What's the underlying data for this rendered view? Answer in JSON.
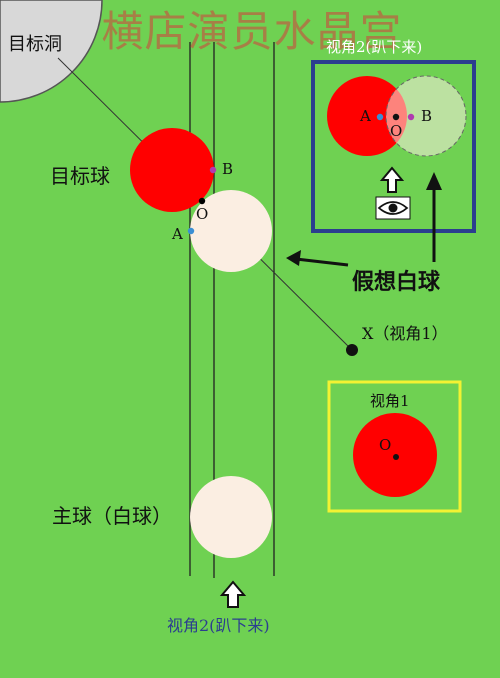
{
  "watermark": "横店演员水晶宫",
  "labels": {
    "target_hole": "目标洞",
    "target_ball": "目标球",
    "cue_ball": "主球（白球）",
    "ghost_ball": "假想白球",
    "x_view": "X（视角1）",
    "view1_title": "视角1",
    "view2_title": "视角2(趴下来)",
    "view2_bottom": "视角2(趴下来)"
  },
  "points": {
    "a": "A",
    "b": "B",
    "o": "O"
  },
  "icons": {
    "eye": "eye-icon",
    "up_arrow": "up-arrow-icon"
  },
  "colors": {
    "background": "#6fd152",
    "target_ball": "#ff0000",
    "cue_ball": "#fbeee2",
    "hole": "#d8d8d8",
    "view1_box": "#f2f233",
    "view2_box": "#2b3e8f",
    "point_a": "#3b8fd4",
    "point_b": "#b03ab0"
  }
}
